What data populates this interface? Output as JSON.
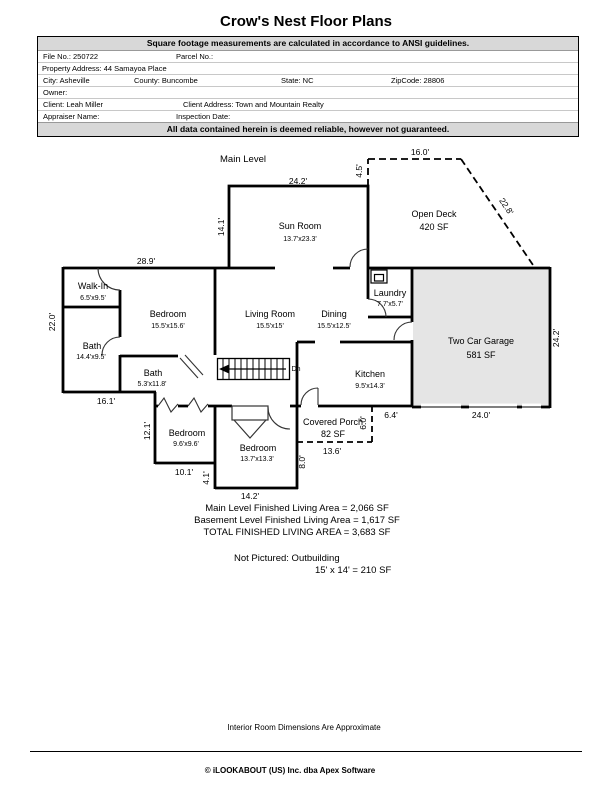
{
  "page": {
    "title": "Crow's Nest Floor Plans"
  },
  "info_table": {
    "ansi_notice": "Square footage measurements are calculated in accordance to ANSI guidelines.",
    "file_no": "File No.: 250722",
    "parcel_no": "Parcel No.:",
    "property_address": "Property Address: 44 Samayoa Place",
    "city": "City: Asheville",
    "county": "County: Buncombe",
    "state": "State: NC",
    "zipcode": "ZipCode: 28806",
    "owner": "Owner:",
    "client": "Client: Leah Miller",
    "client_address": "Client Address: Town and Mountain Realty",
    "appraiser_name": "Appraiser Name:",
    "inspection_date": "Inspection Date:",
    "disclaimer": "All data contained herein is deemed reliable, however not guaranteed."
  },
  "plan": {
    "level_label": "Main Level",
    "stairs_label": "Dn",
    "rooms": {
      "sun_room": {
        "name": "Sun Room",
        "size": "13.7'x23.3'"
      },
      "open_deck": {
        "name": "Open Deck",
        "size": "420 SF"
      },
      "walk_in": {
        "name": "Walk-In",
        "size": "6.5'x9.5'"
      },
      "bedroom_main": {
        "name": "Bedroom",
        "size": "15.5'x15.6'"
      },
      "living_room": {
        "name": "Living Room",
        "size": "15.5'x15'"
      },
      "dining": {
        "name": "Dining",
        "size": "15.5'x12.5'"
      },
      "laundry": {
        "name": "Laundry",
        "size": "7.7'x5.7'"
      },
      "garage": {
        "name": "Two Car Garage",
        "size": "581 SF"
      },
      "bath_main": {
        "name": "Bath",
        "size": "14.4'x9.5'"
      },
      "bath_hall": {
        "name": "Bath",
        "size": "5.3'x11.8'"
      },
      "kitchen": {
        "name": "Kitchen",
        "size": "9.5'x14.3'"
      },
      "bedroom_small": {
        "name": "Bedroom",
        "size": "9.6'x9.6'"
      },
      "bedroom_lower": {
        "name": "Bedroom",
        "size": "13.7'x13.3'"
      },
      "covered_porch": {
        "name": "Covered Porch",
        "size": "82 SF"
      }
    },
    "dims": {
      "sunroom_top": "24.2'",
      "deck_top": "16.0'",
      "deck_left": "4.5'",
      "deck_diagonal": "22.8'",
      "sunroom_left": "14.1'",
      "upper_width": "28.9'",
      "left_height": "22.0'",
      "lower_left": "16.1'",
      "step_left": "12.1'",
      "bed_small_bottom": "10.1'",
      "step_small": "4.1'",
      "bed_lower_bottom": "14.2'",
      "bed_lower_right": "8.0'",
      "porch_bottom": "13.6'",
      "porch_right": "6.0'",
      "porch_gap": "6.4'",
      "garage_bottom": "24.0'",
      "garage_right": "24.2'"
    }
  },
  "summary": {
    "main_level": "Main Level Finished Living Area = 2,066 SF",
    "basement_level": "Basement Level Finished Living Area = 1,617 SF",
    "total": "TOTAL FINISHED LIVING AREA = 3,683 SF",
    "not_pictured": "Not Pictured:  Outbuilding",
    "outbuilding": "15' x 14' = 210 SF"
  },
  "footer": {
    "note": "Interior Room Dimensions Are Approximate",
    "copyright": "© iLOOKABOUT (US) Inc. dba Apex Software"
  },
  "colors": {
    "garage_fill": "#e5e5e5",
    "bar_bg": "#d8d8d8"
  }
}
